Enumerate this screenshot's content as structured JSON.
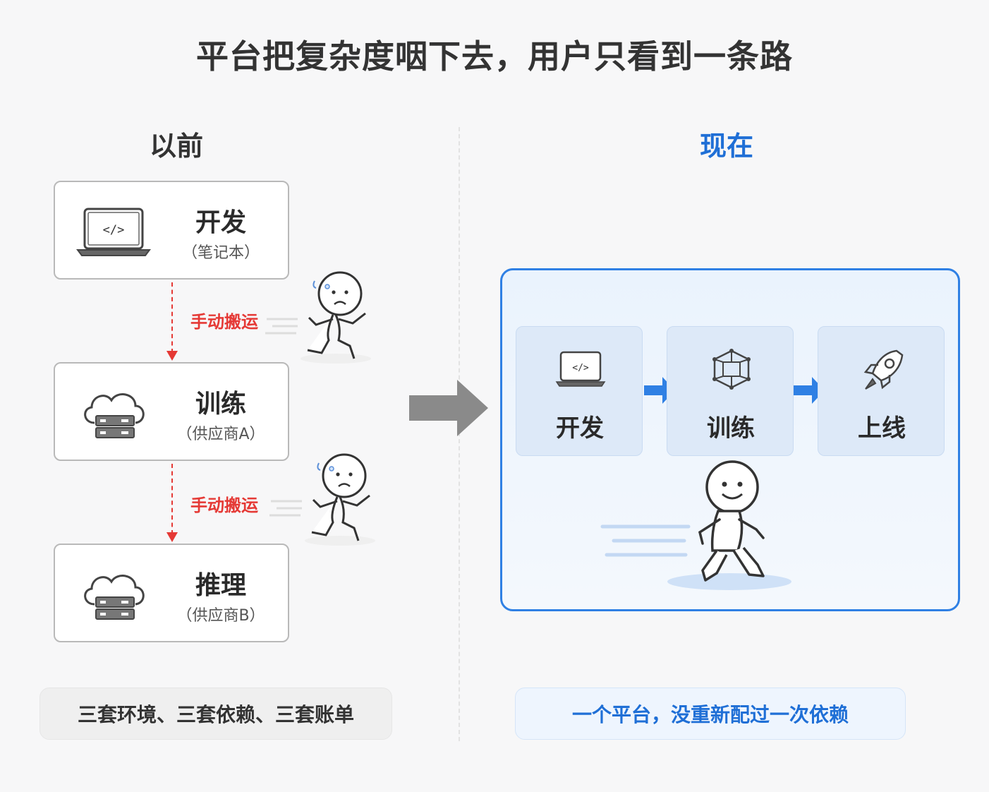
{
  "title": "平台把复杂度咽下去，用户只看到一条路",
  "before": {
    "heading": "以前",
    "steps": [
      {
        "name": "开发",
        "sub": "（笔记本）",
        "icon": "laptop-code-icon"
      },
      {
        "name": "训练",
        "sub": "（供应商A）",
        "icon": "cloud-server-icon"
      },
      {
        "name": "推理",
        "sub": "（供应商B）",
        "icon": "cloud-server-icon"
      }
    ],
    "transfers": [
      "手动搬运",
      "手动搬运"
    ],
    "summary": "三套环境、三套依赖、三套账单"
  },
  "after": {
    "heading": "现在",
    "stages": [
      {
        "label": "开发",
        "icon": "laptop-code-icon"
      },
      {
        "label": "训练",
        "icon": "cube-network-icon"
      },
      {
        "label": "上线",
        "icon": "rocket-icon"
      }
    ],
    "summary": "一个平台，没重新配过一次依赖"
  },
  "colors": {
    "accent_blue": "#2f80e4",
    "text_blue": "#1f6fd6",
    "manual_red": "#e53935",
    "card_border": "#b9b9b9"
  }
}
